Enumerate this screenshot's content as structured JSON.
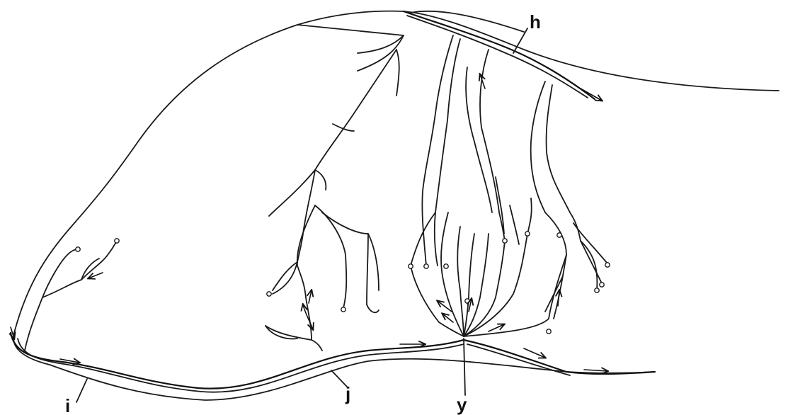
{
  "labels": {
    "h": "h",
    "i": "i",
    "j": "j",
    "y": "y"
  },
  "colors": {
    "ink": "#1a1a1a",
    "background": "#ffffff"
  }
}
